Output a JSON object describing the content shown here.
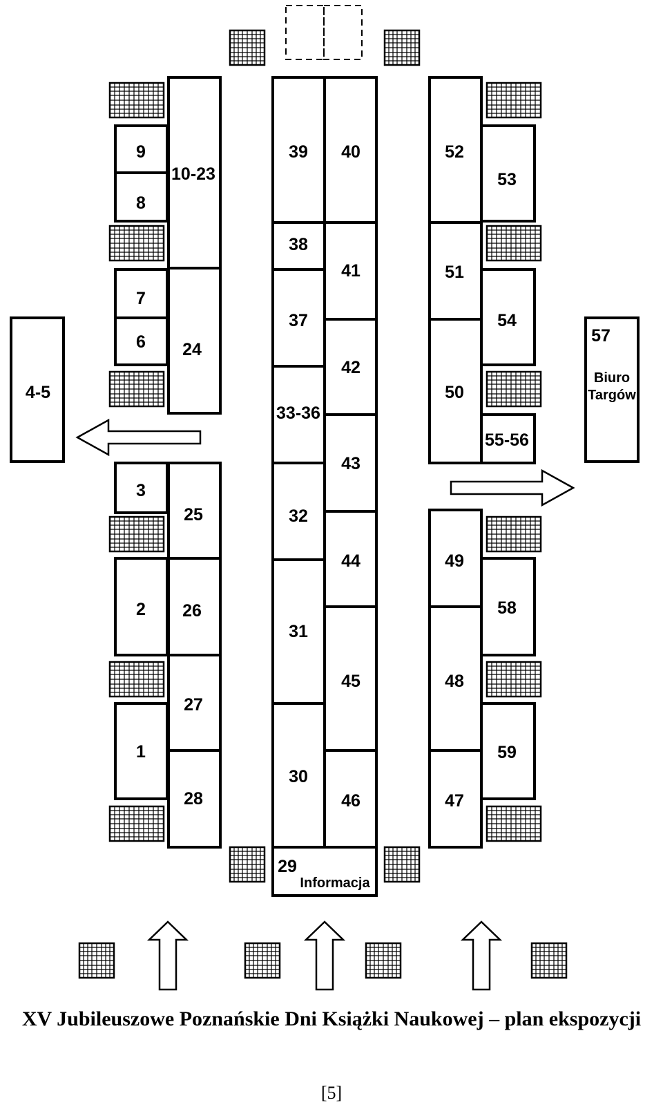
{
  "stands": {
    "s9": "9",
    "s8": "8",
    "s10_23": "10-23",
    "s7": "7",
    "s6": "6",
    "s24": "24",
    "s4_5": "4-5",
    "s3": "3",
    "s25": "25",
    "s2": "2",
    "s26": "26",
    "s27": "27",
    "s1": "1",
    "s28": "28",
    "s39": "39",
    "s38": "38",
    "s37": "37",
    "s33_36": "33-36",
    "s32": "32",
    "s31": "31",
    "s30": "30",
    "s40": "40",
    "s41": "41",
    "s42": "42",
    "s43": "43",
    "s44": "44",
    "s45": "45",
    "s46": "46",
    "s29": "29",
    "informacja": "Informacja",
    "s52": "52",
    "s51": "51",
    "s50": "50",
    "s49": "49",
    "s48": "48",
    "s47": "47",
    "s53": "53",
    "s54": "54",
    "s55_56": "55-56",
    "s58": "58",
    "s59": "59",
    "s57": "57",
    "biuro": "Biuro",
    "targow": "Targów"
  },
  "caption": "XV Jubileuszowe Poznańskie Dni Książki Naukowej – plan ekspozycji",
  "page_number": "[5]"
}
